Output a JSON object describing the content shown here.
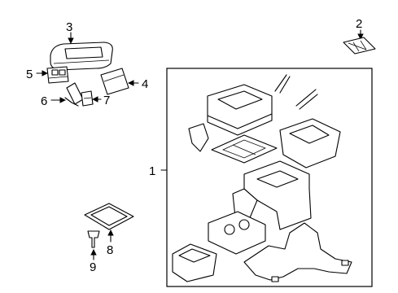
{
  "callouts": [
    {
      "id": "1",
      "text": "1"
    },
    {
      "id": "2",
      "text": "2"
    },
    {
      "id": "3",
      "text": "3"
    },
    {
      "id": "4",
      "text": "4"
    },
    {
      "id": "5",
      "text": "5"
    },
    {
      "id": "6",
      "text": "6"
    },
    {
      "id": "7",
      "text": "7"
    },
    {
      "id": "8",
      "text": "8"
    },
    {
      "id": "9",
      "text": "9"
    }
  ]
}
